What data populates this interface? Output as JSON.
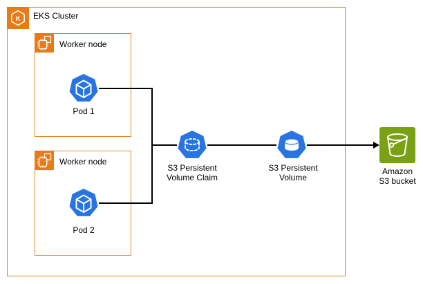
{
  "diagram": {
    "eks_cluster": {
      "label": "EKS Cluster",
      "icon": "eks-hexagon-k-icon",
      "icon_letter": "K"
    },
    "worker_nodes": [
      {
        "label": "Worker node",
        "icon": "compute-chip-icon",
        "pod": {
          "label": "Pod 1",
          "icon": "kubernetes-pod-icon"
        }
      },
      {
        "label": "Worker node",
        "icon": "compute-chip-icon",
        "pod": {
          "label": "Pod 2",
          "icon": "kubernetes-pod-icon"
        }
      }
    ],
    "pvc": {
      "line1": "S3 Persistent",
      "line2": "Volume Claim",
      "icon": "persistent-volume-claim-icon"
    },
    "pv": {
      "line1": "S3 Persistent",
      "line2": "Volume",
      "icon": "persistent-volume-icon"
    },
    "s3_bucket": {
      "line1": "Amazon",
      "line2": "S3 bucket",
      "icon": "s3-bucket-icon"
    },
    "colors": {
      "orange_border": "#E2831E",
      "orange_icon": "#E87B17",
      "pod_blue": "#2875E2",
      "s3_green": "#7AA116",
      "edge_black": "#000000",
      "text_black": "#000000",
      "background": "#FFFFFF"
    }
  }
}
